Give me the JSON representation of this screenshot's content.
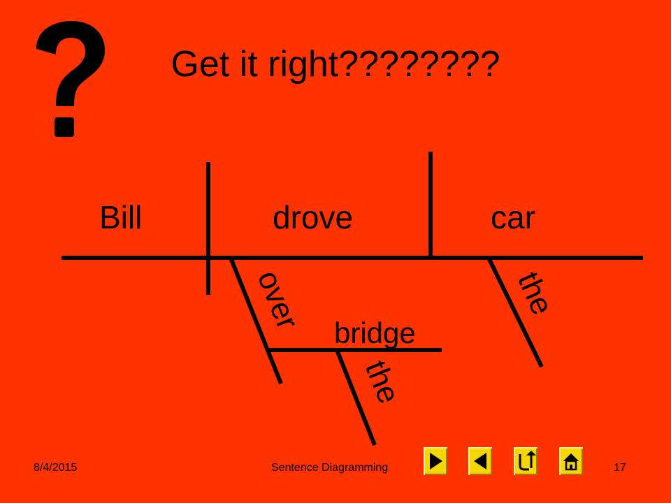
{
  "slide": {
    "background": "#ff3300",
    "title": "Get it right????????",
    "decoration": "question-mark-icon"
  },
  "diagram": {
    "subject": "Bill",
    "verb": "drove",
    "object": "car",
    "object_modifier": "the",
    "preposition": "over",
    "prep_object": "bridge",
    "prep_object_modifier": "the"
  },
  "footer": {
    "date": "8/4/2015",
    "title": "Sentence Diagramming",
    "page_number": "17"
  },
  "nav_buttons": [
    {
      "name": "next-slide-button",
      "icon": "play-right-icon"
    },
    {
      "name": "previous-slide-button",
      "icon": "play-left-icon"
    },
    {
      "name": "return-button",
      "icon": "return-arrow-icon"
    },
    {
      "name": "home-button",
      "icon": "home-icon"
    }
  ],
  "colors": {
    "nav_button": "#f5d600",
    "ink": "#000000"
  }
}
